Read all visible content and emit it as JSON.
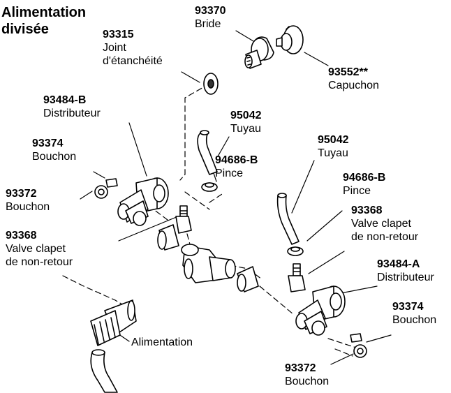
{
  "title": [
    "Alimentation",
    "divisée"
  ],
  "labels": {
    "bride": {
      "part": "93370",
      "name": [
        "Bride"
      ]
    },
    "joint": {
      "part": "93315",
      "name": [
        "Joint",
        "d'étanchéité"
      ]
    },
    "capuchon": {
      "part": "93552**",
      "name": [
        "Capuchon"
      ]
    },
    "distributeur_b": {
      "part": "93484-B",
      "name": [
        "Distributeur"
      ]
    },
    "tuyau_left": {
      "part": "95042",
      "name": [
        "Tuyau"
      ]
    },
    "pince_left": {
      "part": "94686-B",
      "name": [
        "Pince"
      ]
    },
    "bouchon_93374_left": {
      "part": "93374",
      "name": [
        "Bouchon"
      ]
    },
    "bouchon_93372_left": {
      "part": "93372",
      "name": [
        "Bouchon"
      ]
    },
    "valve_left": {
      "part": "93368",
      "name": [
        "Valve clapet",
        "de non-retour"
      ]
    },
    "tuyau_right": {
      "part": "95042",
      "name": [
        "Tuyau"
      ]
    },
    "pince_right": {
      "part": "94686-B",
      "name": [
        "Pince"
      ]
    },
    "valve_right": {
      "part": "93368",
      "name": [
        "Valve clapet",
        "de non-retour"
      ]
    },
    "distributeur_a": {
      "part": "93484-A",
      "name": [
        "Distributeur"
      ]
    },
    "bouchon_93374_right": {
      "part": "93374",
      "name": [
        "Bouchon"
      ]
    },
    "bouchon_93372_right": {
      "part": "93372",
      "name": [
        "Bouchon"
      ]
    },
    "alimentation": {
      "part": "",
      "name": [
        "Alimentation"
      ]
    }
  }
}
